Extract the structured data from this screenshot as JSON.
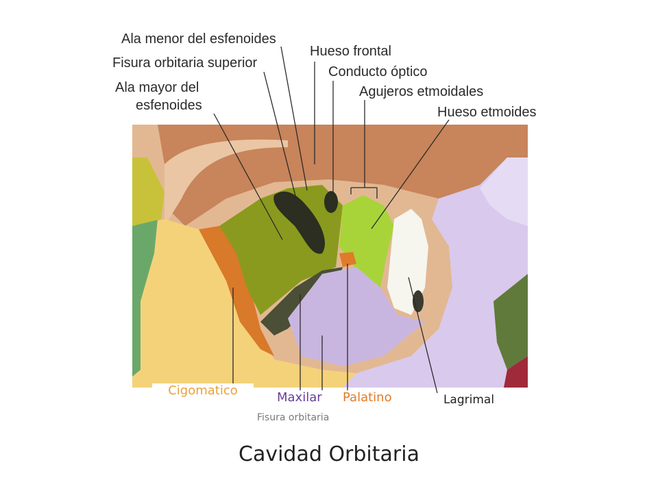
{
  "labels": {
    "ala_menor": "Ala menor del esfenoides",
    "fisura_superior": "Fisura orbitaria superior",
    "ala_mayor_1": "Ala mayor del",
    "ala_mayor_2": "esfenoides",
    "hueso_frontal": "Hueso frontal",
    "conducto_optico": "Conducto óptico",
    "agujeros_etmoidales": "Agujeros etmoidales",
    "hueso_etmoides": "Hueso etmoides",
    "cigomatico": "Cigomatico",
    "maxilar": "Maxilar",
    "palatino": "Palatino",
    "lagrimal": "Lagrimal",
    "fisura_orbitaria": "Fisura orbitaria"
  },
  "title": "Cavidad Orbitaria",
  "colors": {
    "cigomatico": "#e8a23a",
    "maxilar": "#6a3d9a",
    "palatino": "#e07b2a",
    "lagrimal": "#222222",
    "frontal": "#c8845a",
    "esfenoides_mayor": "#8a9a1e",
    "etmoides": "#a8d43a",
    "maxilar_fill": "#c9b6e0",
    "zygomatic_fill": "#f4d27a"
  }
}
